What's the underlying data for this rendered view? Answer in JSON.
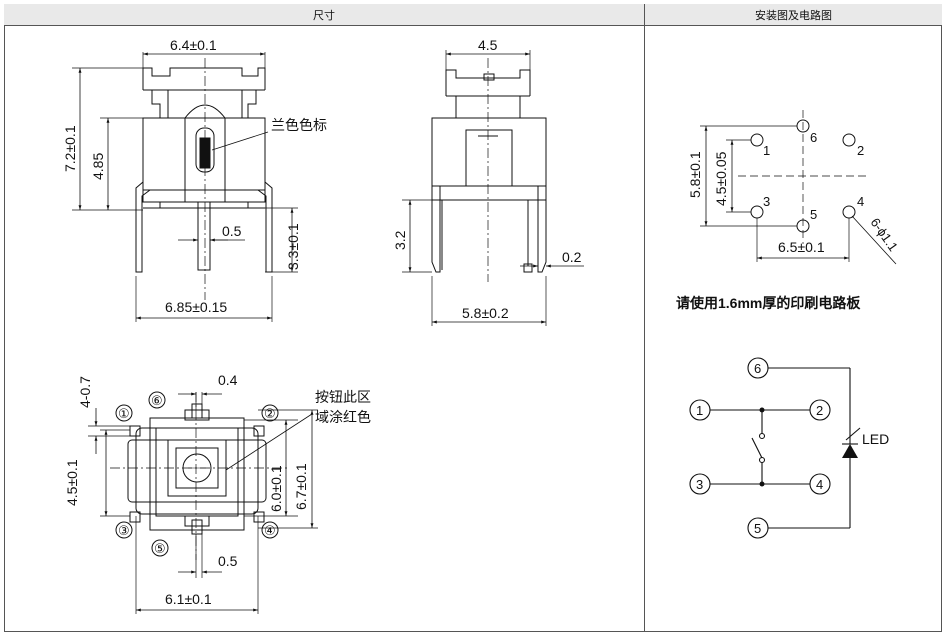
{
  "headers": {
    "left": "尺寸",
    "right": "安装图及电路图"
  },
  "side_view": {
    "top_width": "6.4±0.1",
    "height_total": "7.2±0.1",
    "height_body": "4.85",
    "color_label": "兰色色标",
    "pin_width": "0.5",
    "pin_length": "3.3±0.1",
    "bottom_width": "6.85±0.15"
  },
  "front_view": {
    "top_width": "4.5",
    "pin_length": "3.2",
    "pin_tip": "0.2",
    "bottom_width": "5.8±0.2"
  },
  "bottom_view": {
    "dim_top": "0.4",
    "dim_side": "4-0.7",
    "dim_height": "4.5±0.1",
    "dim_inner": "6.0±0.1",
    "dim_outer": "6.7±0.1",
    "dim_pin": "0.5",
    "dim_bottom": "6.1±0.1",
    "label_line1": "按钮此区",
    "label_line2": "域涂红色",
    "pins": [
      "①",
      "②",
      "③",
      "④",
      "⑤",
      "⑥"
    ]
  },
  "install": {
    "dim_v1": "5.8±0.1",
    "dim_v2": "4.5±0.05",
    "dim_h": "6.5±0.1",
    "dim_hole": "6-ϕ1.1",
    "holes": [
      "1",
      "2",
      "3",
      "4",
      "5",
      "6"
    ],
    "note": "请使用1.6mm厚的印刷电路板"
  },
  "circuit": {
    "nodes": [
      "1",
      "2",
      "3",
      "4",
      "5",
      "6"
    ],
    "led_label": "LED"
  }
}
